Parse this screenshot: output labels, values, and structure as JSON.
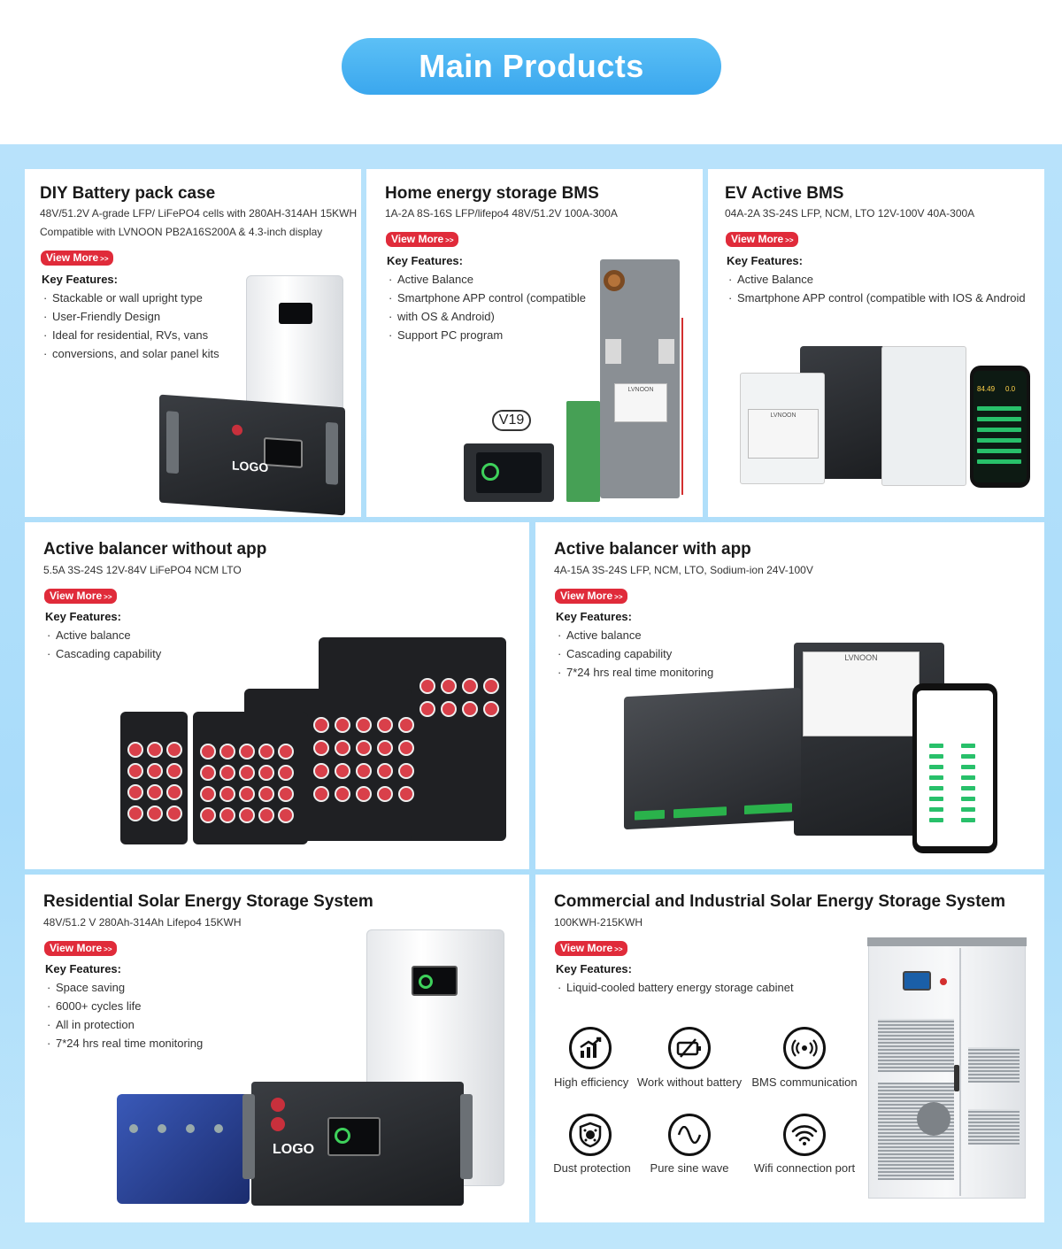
{
  "header": {
    "title": "Main Products"
  },
  "view_more_label": "View More",
  "key_features_label": "Key Features:",
  "cards": {
    "diy": {
      "title": "DIY Battery pack case",
      "sub1": "48V/51.2V A-grade LFP/ LiFePO4 cells with 280AH-314AH 15KWH",
      "sub2": "Compatible with LVNOON PB2A16S200A & 4.3-inch display",
      "features": [
        "Stackable or wall upright type",
        "User-Friendly Design",
        "Ideal for residential, RVs, vans",
        "conversions, and solar panel kits"
      ],
      "logo": "LOGO"
    },
    "home_bms": {
      "title": "Home energy storage BMS",
      "sub1": "1A-2A 8S-16S LFP/lifepo4 48V/51.2V 100A-300A",
      "features": [
        "Active Balance",
        "Smartphone APP control (compatible",
        "with OS & Android)",
        "Support PC program"
      ],
      "badge": "V19",
      "label": "LVNOON"
    },
    "ev_bms": {
      "title": "EV Active BMS",
      "sub1": "04A-2A 3S-24S LFP, NCM, LTO 12V-100V 40A-300A",
      "features": [
        "Active Balance",
        "Smartphone APP control (compatible with IOS & Android"
      ],
      "label": "LVNOON",
      "phone_value_1": "84.49",
      "phone_value_2": "0.0"
    },
    "balancer_noapp": {
      "title": "Active balancer without app",
      "sub1": "5.5A 3S-24S 12V-84V LiFePO4 NCM LTO",
      "features": [
        "Active balance",
        "Cascading capability"
      ]
    },
    "balancer_app": {
      "title": "Active balancer with app",
      "sub1": "4A-15A 3S-24S LFP, NCM, LTO, Sodium-ion 24V-100V",
      "features": [
        "Active balance",
        "Cascading capability",
        "7*24 hrs real time monitoring"
      ],
      "label": "LVNOON"
    },
    "residential": {
      "title": "Residential Solar Energy Storage System",
      "sub1": "48V/51.2 V 280Ah-314Ah Lifepo4  15KWH",
      "features": [
        "Space saving",
        "6000+ cycles life",
        "All in protection",
        "7*24 hrs real time monitoring"
      ],
      "logo": "LOGO"
    },
    "commercial": {
      "title": "Commercial and Industrial Solar Energy Storage System",
      "sub1": "100KWH-215KWH",
      "features": [
        "Liquid-cooled battery energy storage cabinet"
      ],
      "icons": [
        {
          "icon": "chart-up-icon",
          "label": "High efficiency"
        },
        {
          "icon": "battery-off-icon",
          "label": "Work without battery"
        },
        {
          "icon": "signal-icon",
          "label": "BMS communication"
        },
        {
          "icon": "dust-shield-icon",
          "label": "Dust protection"
        },
        {
          "icon": "sine-wave-icon",
          "label": "Pure sine wave"
        },
        {
          "icon": "wifi-icon",
          "label": "Wifi connection port"
        }
      ]
    }
  },
  "colors": {
    "accent": "#3aa7ee",
    "button": "#e02b3a",
    "band": "#b8e2fb"
  }
}
